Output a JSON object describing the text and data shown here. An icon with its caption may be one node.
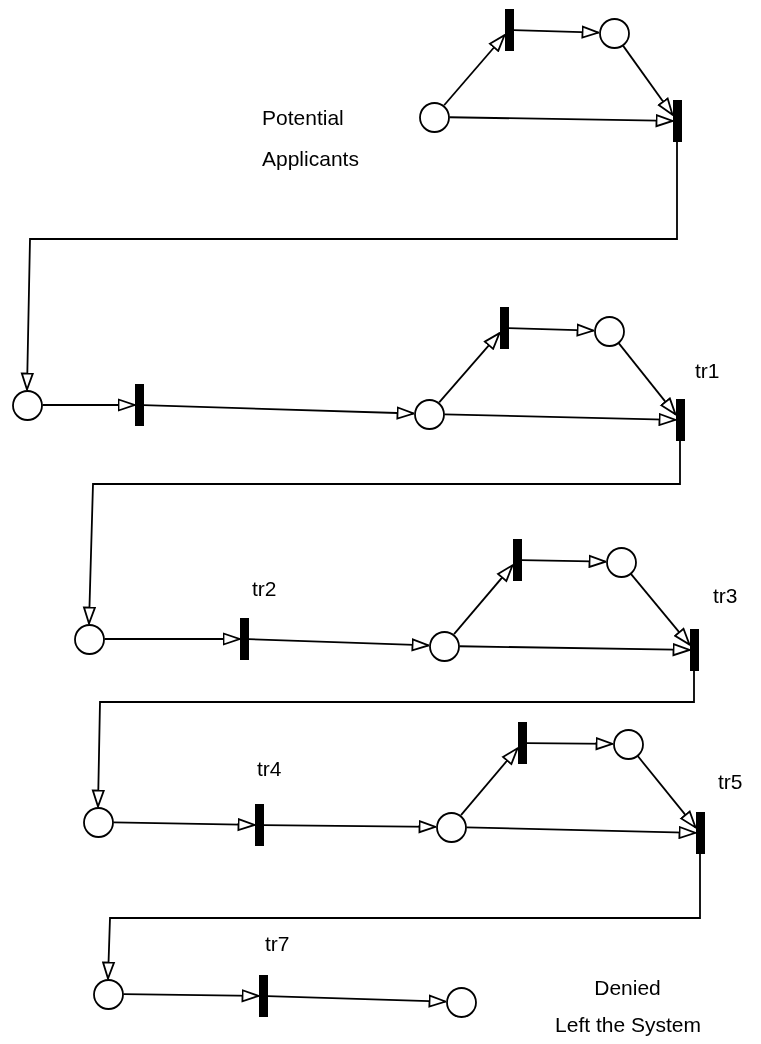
{
  "diagram": {
    "nodes": [
      {
        "text": [],
        "shape": "circle",
        "beside": [
          "Potential Applicants"
        ]
      },
      {
        "text": [],
        "shape": "bar"
      },
      {
        "text": [],
        "shape": "circle"
      },
      {
        "text": [],
        "shape": "bar"
      },
      {
        "text": [],
        "shape": "circle"
      },
      {
        "text": [],
        "shape": "bar"
      },
      {
        "text": [],
        "shape": "circle"
      },
      {
        "text": [],
        "shape": "bar"
      },
      {
        "text": [],
        "shape": "circle"
      },
      {
        "text": [],
        "shape": "bar",
        "beside": [
          "tr1"
        ]
      },
      {
        "text": [],
        "shape": "circle"
      },
      {
        "text": [],
        "shape": "bar",
        "beside": [
          "tr2"
        ]
      },
      {
        "text": [],
        "shape": "circle"
      },
      {
        "text": [],
        "shape": "bar"
      },
      {
        "text": [],
        "shape": "circle"
      },
      {
        "text": [],
        "shape": "bar",
        "beside": [
          "tr3"
        ]
      },
      {
        "text": [],
        "shape": "circle"
      },
      {
        "text": [],
        "shape": "bar",
        "beside": [
          "tr4"
        ]
      },
      {
        "text": [],
        "shape": "circle"
      },
      {
        "text": [],
        "shape": "bar"
      },
      {
        "text": [],
        "shape": "circle"
      },
      {
        "text": [],
        "shape": "bar",
        "beside": [
          "tr5"
        ]
      },
      {
        "text": [],
        "shape": "circle"
      },
      {
        "text": [],
        "shape": "bar",
        "beside": [
          "tr7"
        ]
      },
      {
        "text": [],
        "shape": "circle",
        "beside": [
          "Denied",
          "Left the System"
        ]
      }
    ],
    "edges": [
      {
        "from": 0,
        "to": 1,
        "arrow": "to"
      },
      {
        "from": 1,
        "to": 2,
        "arrow": "to"
      },
      {
        "from": 2,
        "to": 3,
        "arrow": "to"
      },
      {
        "from": 0,
        "to": 3,
        "arrow": "to"
      },
      {
        "from": 3,
        "to": 4,
        "arrow": "to"
      },
      {
        "from": 4,
        "to": 5,
        "arrow": "to"
      },
      {
        "from": 5,
        "to": 6,
        "arrow": "to"
      },
      {
        "from": 6,
        "to": 7,
        "arrow": "to"
      },
      {
        "from": 7,
        "to": 8,
        "arrow": "to"
      },
      {
        "from": 8,
        "to": 9,
        "arrow": "to"
      },
      {
        "from": 6,
        "to": 9,
        "arrow": "to"
      },
      {
        "from": 9,
        "to": 10,
        "arrow": "to"
      },
      {
        "from": 10,
        "to": 11,
        "arrow": "to"
      },
      {
        "from": 11,
        "to": 12,
        "arrow": "to"
      },
      {
        "from": 12,
        "to": 13,
        "arrow": "to"
      },
      {
        "from": 13,
        "to": 14,
        "arrow": "to"
      },
      {
        "from": 14,
        "to": 15,
        "arrow": "to"
      },
      {
        "from": 12,
        "to": 15,
        "arrow": "to"
      },
      {
        "from": 15,
        "to": 16,
        "arrow": "to"
      },
      {
        "from": 16,
        "to": 17,
        "arrow": "to"
      },
      {
        "from": 17,
        "to": 18,
        "arrow": "to"
      },
      {
        "from": 18,
        "to": 19,
        "arrow": "to"
      },
      {
        "from": 19,
        "to": 20,
        "arrow": "to"
      },
      {
        "from": 20,
        "to": 21,
        "arrow": "to"
      },
      {
        "from": 18,
        "to": 21,
        "arrow": "to"
      },
      {
        "from": 21,
        "to": 22,
        "arrow": "to"
      },
      {
        "from": 22,
        "to": 23,
        "arrow": "to"
      },
      {
        "from": 23,
        "to": 24,
        "arrow": "to"
      }
    ]
  }
}
